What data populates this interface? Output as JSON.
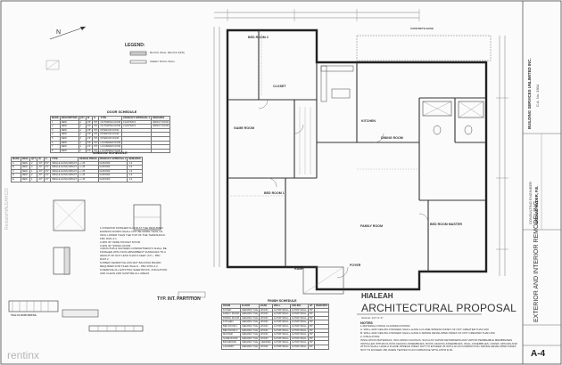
{
  "legend": {
    "north": "N",
    "title": "LEGEND:",
    "items": [
      {
        "label": "BLOCK WALL (BLOCK EPR)"
      },
      {
        "label": "SHEET ROCK WALL"
      }
    ]
  },
  "door_schedule": {
    "title": "DOOR SCHEDULE",
    "headers": [
      "MARK",
      "DESCRIPTION",
      "QTY",
      "W",
      "H",
      "TYPE",
      "PRODUCT APPROVAL #",
      "REMARKS"
    ],
    "rows": [
      [
        "1",
        "NEW",
        "1",
        "3'0\"",
        "6'8\"",
        "OUTSWING DOOR",
        "FL#17520.5",
        "IMPACT DOOR"
      ],
      [
        "2",
        "NEW",
        "1",
        "3'0\"",
        "6'8\"",
        "OUTSWING DOOR",
        "FL#17520.5",
        "IMPACT DOOR"
      ],
      [
        "3",
        "NEW",
        "1",
        "2'8\"",
        "6'8\"",
        "INTERIOR DOOR",
        "",
        ""
      ],
      [
        "4",
        "NEW",
        "1",
        "2'6\"",
        "6'8\"",
        "INTERIOR DOOR",
        "",
        ""
      ],
      [
        "5",
        "NEW",
        "2",
        "2'6\"",
        "6'8\"",
        "INTERIOR DOOR",
        "",
        ""
      ],
      [
        "6",
        "NEW",
        "1",
        "5'0\"",
        "6'8\"",
        "LOUVERED DOOR",
        "",
        ""
      ],
      [
        "7",
        "NEW",
        "1",
        "2'4\"",
        "6'8\"",
        "LOUVERED DOOR",
        "",
        ""
      ],
      [
        "8",
        "NEW",
        "1",
        "2'4\"",
        "6'8\"",
        "LOUVERED DOOR",
        "",
        ""
      ]
    ]
  },
  "window_schedule": {
    "title": "WINDOW SCHEDULE",
    "headers": [
      "MARK",
      "DESC",
      "QTY",
      "W",
      "H",
      "TYPE",
      "DESIGN PRESS",
      "PRODUCT APPROVAL #",
      "REMARKS"
    ],
    "rows": [
      [
        "A",
        "NEW",
        "2",
        "3'0\"",
        "5'0\"",
        "SINGLE HUNG IMPACT",
        "+/-45",
        "FL#15303",
        "1-3"
      ],
      [
        "B",
        "NEW",
        "3",
        "2'0\"",
        "4'0\"",
        "SINGLE HUNG IMPACT",
        "+/-45",
        "FL#15303",
        "1-3"
      ],
      [
        "C",
        "NEW",
        "1",
        "3'0\"",
        "4'0\"",
        "SINGLE HUNG IMPACT",
        "+/-45",
        "FL#15303",
        "1-3"
      ],
      [
        "D",
        "NEW",
        "2",
        "4'0\"",
        "4'0\"",
        "SINGLE HUNG IMPACT",
        "+/-45",
        "FL#15303",
        "1-3"
      ],
      [
        "E",
        "NEW",
        "1",
        "3'0\"",
        "2'0\"",
        "SINGLE HUNG IMPACT",
        "+/-45",
        "FL#15303",
        "1-3"
      ]
    ]
  },
  "rooms": {
    "bed2": "BED ROOM 2",
    "closet": "CLOSET",
    "game_room": "GAME ROOM",
    "kitchen": "KITCHEN",
    "dining_room": "DINING ROOM",
    "bed1": "BED ROOM 1",
    "family_room": "FAMILY ROOM",
    "bed_master": "BED ROOM MASTER",
    "foyer": "FOYER",
    "ramp": "RAMP"
  },
  "concrete_base": "CONCRETE BASE",
  "typical_partition": "TYP. INT. PARTITION",
  "sheet_title": {
    "owner": "HIALEAH",
    "title": "ARCHITECTURAL PROPOSAL",
    "scale": "SCALE: 1/4\"=1'-0\""
  },
  "finish_schedule": {
    "title": "FINISH SCHEDULE",
    "headers": [
      "ROOM",
      "FLOOR",
      "BASE",
      "WALL",
      "CEILING",
      "HT",
      "REMARKS"
    ],
    "rows": [
      [
        "FOYER",
        "CERAMIC TILE",
        "WOOD",
        "1/2\"DRYWALL",
        "1/2\"DRYWALL",
        "8'0\"",
        ""
      ],
      [
        "FAMILY ROOM",
        "CERAMIC TILE",
        "WOOD",
        "1/2\"DRYWALL",
        "1/2\"DRYWALL",
        "8'0\"",
        ""
      ],
      [
        "DINING ROOM",
        "CERAMIC TILE",
        "WOOD",
        "1/2\"DRYWALL",
        "1/2\"DRYWALL",
        "8'0\"",
        ""
      ],
      [
        "KITCHEN",
        "CERAMIC TILE",
        "WOOD",
        "1/2\"DRYWALL",
        "1/2\"DRYWALL",
        "8'0\"",
        ""
      ],
      [
        "BED ROOM 1",
        "CERAMIC TILE",
        "WOOD",
        "1/2\"DRYWALL",
        "1/2\"DRYWALL",
        "8'0\"",
        ""
      ],
      [
        "BED ROOM 2",
        "CERAMIC TILE",
        "WOOD",
        "1/2\"DRYWALL",
        "1/2\"DRYWALL",
        "8'0\"",
        ""
      ],
      [
        "MASTER",
        "CERAMIC TILE",
        "WOOD",
        "1/2\"DRYWALL",
        "1/2\"DRYWALL",
        "8'0\"",
        ""
      ],
      [
        "GAME ROOM",
        "CERAMIC TILE",
        "WOOD",
        "1/2\"DRYWALL",
        "1/2\"DRYWALL",
        "8'0\"",
        ""
      ],
      [
        "BATHROOM",
        "CERAMIC TILE",
        "CERAMIC",
        "1/2\"DRYWALL",
        "1/2\"DRYWALL",
        "8'0\"",
        ""
      ],
      [
        "LAUNDRY",
        "CERAMIC TILE",
        "WOOD",
        "1/2\"DRYWALL",
        "1/2\"DRYWALL",
        "8'0\"",
        ""
      ]
    ]
  },
  "notes": {
    "heading": "NOTES",
    "lines": [
      "1-MATERIAL FINISH CLASSIFICATIONS:",
      "A. WALL AND CEILING FINISHES SHALL HAVE A FLAME SPREAD INDEX OF NOT GREATER THAN 200.",
      "B. WALL AND CEILING FINISHES SHALL HAVE A SMOKE DEVELOPED INDEX OF NOT GREATER THAN 450.",
      "2- INSULATION:",
      "INSULATION MATERIALS, INCLUDING FACINGS, SUCH AS VAPOR RETARDERS AND VAPOR PERMEABLE MEMBRANES INSTALLED WITHIN FLOOR-CEILING ASSEMBLIES, ROOF-CEILING ASSEMBLIES, WALL ASSEMBLIES, CRAWL SPACES AND ATTICS SHALL HAVE A FLAME SPREAD INDEX NOT TO EXCEED 25 WITH AN ACCOMPANYING SMOKE DEVELOPED INDEX NOT TO EXCEED 450 WHEN TESTED IN ACCORDANCE WITH ASTM E 84."
    ]
  },
  "partition_notes": [
    "1-INTERIOR FINISHED FLOOR AT THE REQUIRED EGRESS DOORS SHALL NOT BE MORE THAN 1/2 INCH LOWER THAN THE TOP OF THE THRESHOLD. FBC R311.3.1",
    "2-MIN 30\" WIDE POCKET DOOR",
    "3-MIN 30\" SWING DOOR",
    "4-BATHTUB & SHOWER COMPARTMENTS SHALL BE FINISHED WITH NON-ABSORBENT SURFACES TO A HEIGHT OF NOT LESS THAN 6 FEET (72\") - FBC R307.2",
    "5-FIBER CEMENT/GLASS MAT BACKING BOARD REQUIRED FOR TILED WALLS - FBC R702.4.2",
    "6-REMOVE ALL EXISTING SHEETROCK, INSULATION AND CLEAN AND SANITIZE ALL AREAS"
  ],
  "detail_label": "TILE FLOOR DETAIL",
  "title_block": {
    "company": "BUILDING SERVICES UNLIMITED INC.",
    "license": "C.A. No. 3304",
    "engineer": "CONSULTING ENGINEER",
    "engineer_name": "ARSHAD HYDER, P.E.",
    "drawing_title": "EXTERIOR AND INTERIOR REMODELING",
    "sheet_number": "A-4"
  },
  "watermark": {
    "brand": "rentinx",
    "side_text": "RentalsHIALEAH123"
  }
}
